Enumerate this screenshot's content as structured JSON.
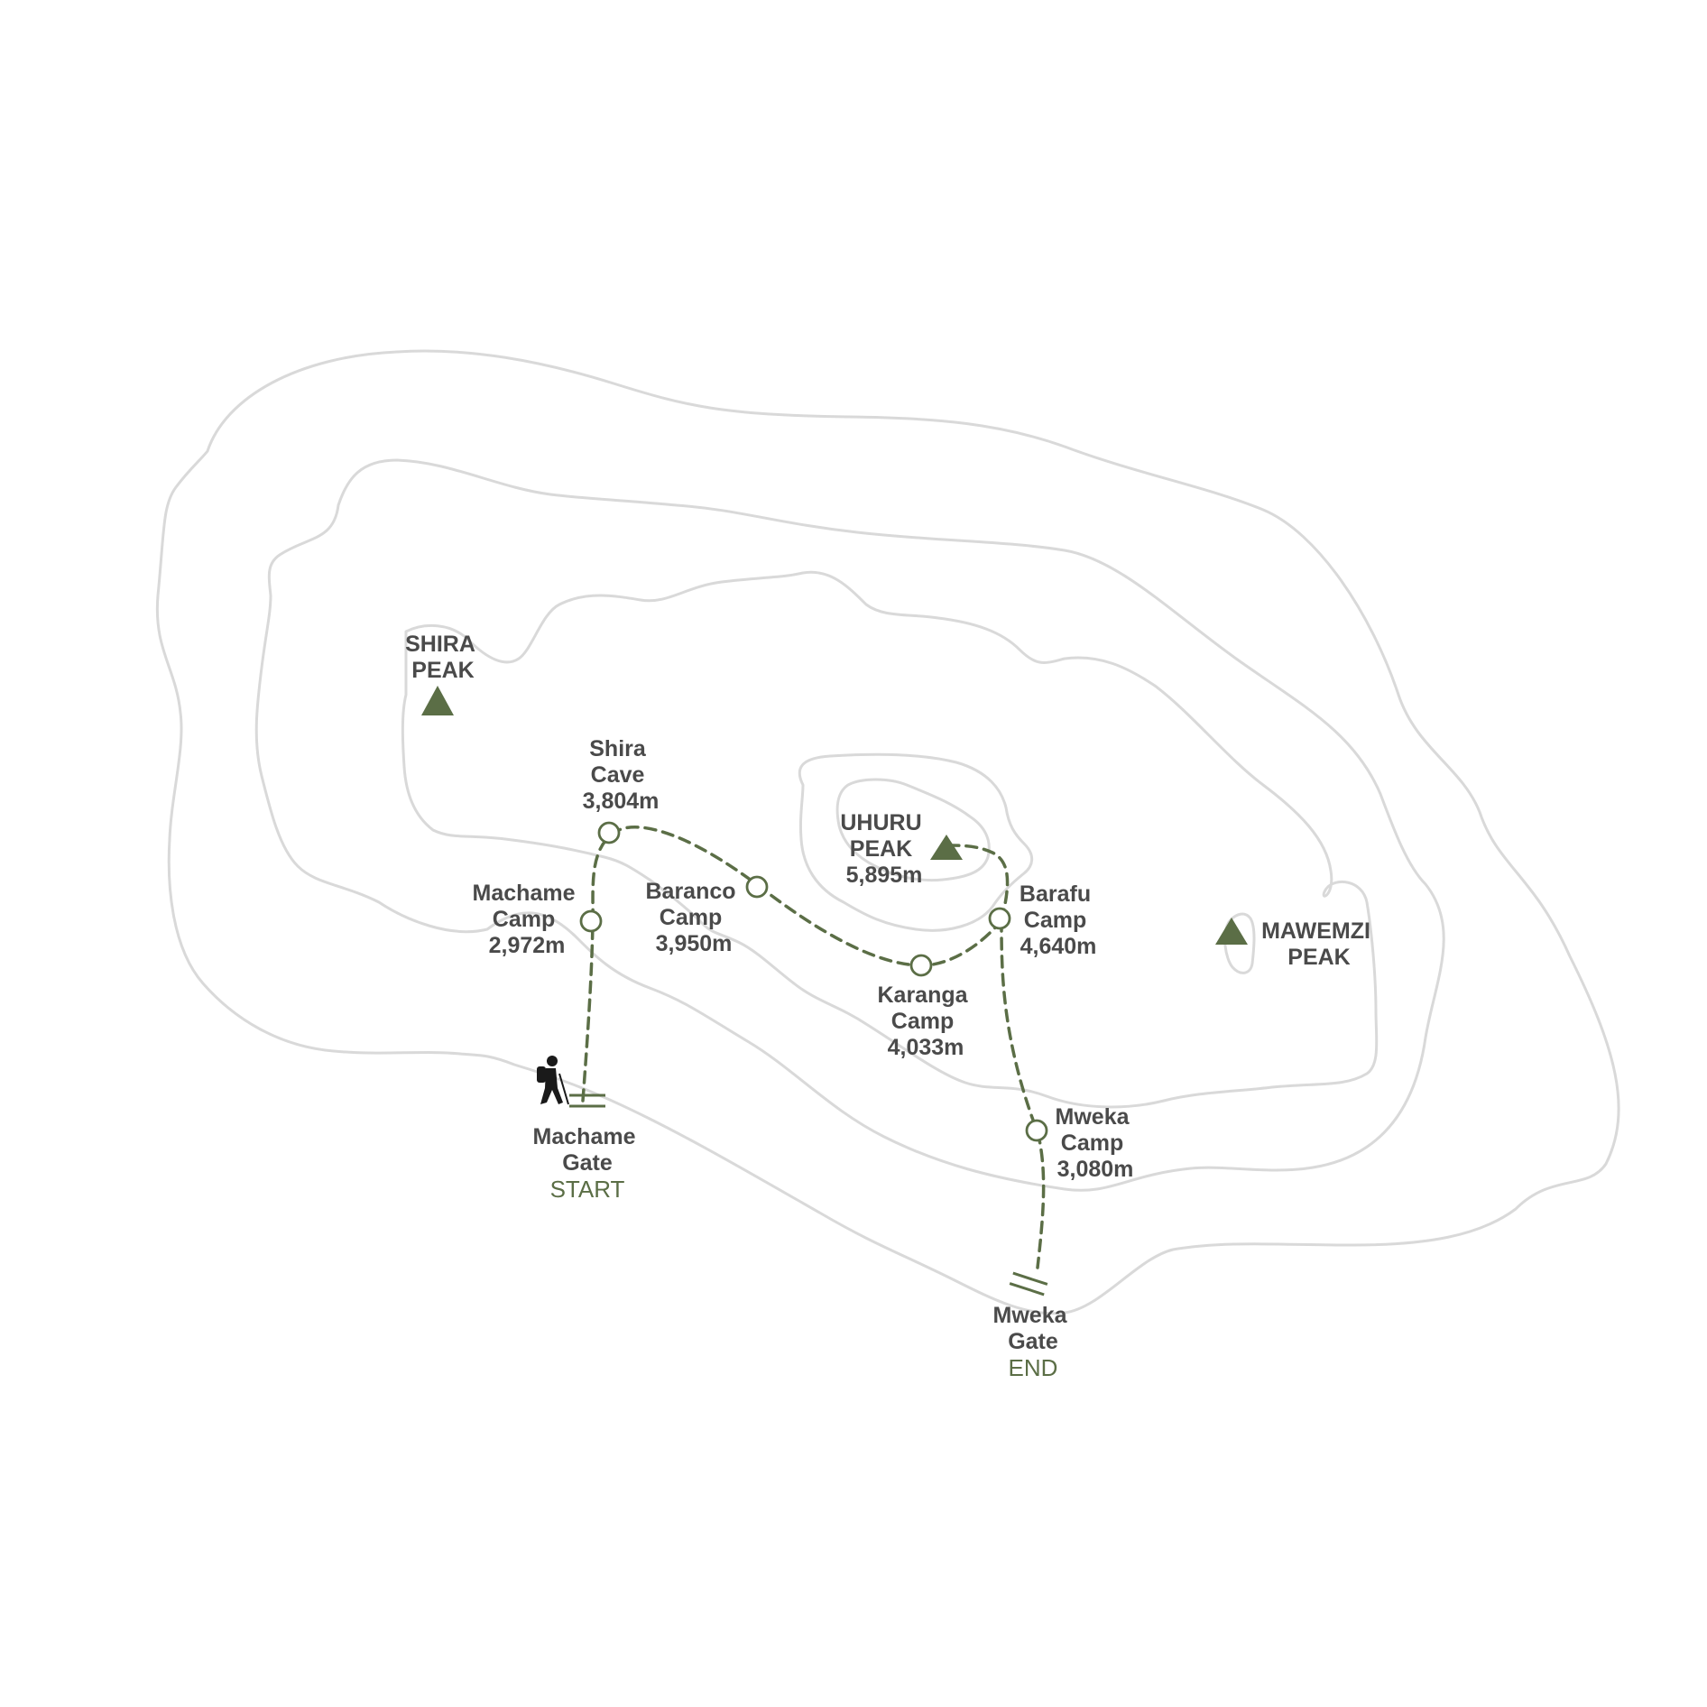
{
  "colors": {
    "route": "#5b6e46",
    "peak": "#5b6e46",
    "label": "#4a4a4a",
    "contour": "#d9d9d9",
    "start_end_text": "#5b6e46"
  },
  "peaks": {
    "shira": [
      "SHIRA",
      "PEAK"
    ],
    "uhuru": [
      "UHURU",
      "PEAK",
      "5,895m"
    ],
    "mawemzi": [
      "MAWEMZI",
      "PEAK"
    ]
  },
  "camps": {
    "machame_camp": [
      "Machame",
      "Camp",
      "2,972m"
    ],
    "shira_cave": [
      "Shira",
      "Cave",
      "3,804m"
    ],
    "baranco_camp": [
      "Baranco",
      "Camp",
      "3,950m"
    ],
    "karanga_camp": [
      "Karanga",
      "Camp",
      "4,033m"
    ],
    "barafu_camp": [
      "Barafu",
      "Camp",
      "4,640m"
    ],
    "mweka_camp": [
      "Mweka",
      "Camp",
      "3,080m"
    ]
  },
  "gates": {
    "machame_gate": [
      "Machame",
      "Gate"
    ],
    "machame_status": "START",
    "mweka_gate": [
      "Mweka",
      "Gate"
    ],
    "mweka_status": "END"
  },
  "icons": {
    "peak": "triangle-peak-icon",
    "camp": "camp-circle-icon",
    "gate": "gate-icon",
    "hiker": "hiker-icon"
  }
}
